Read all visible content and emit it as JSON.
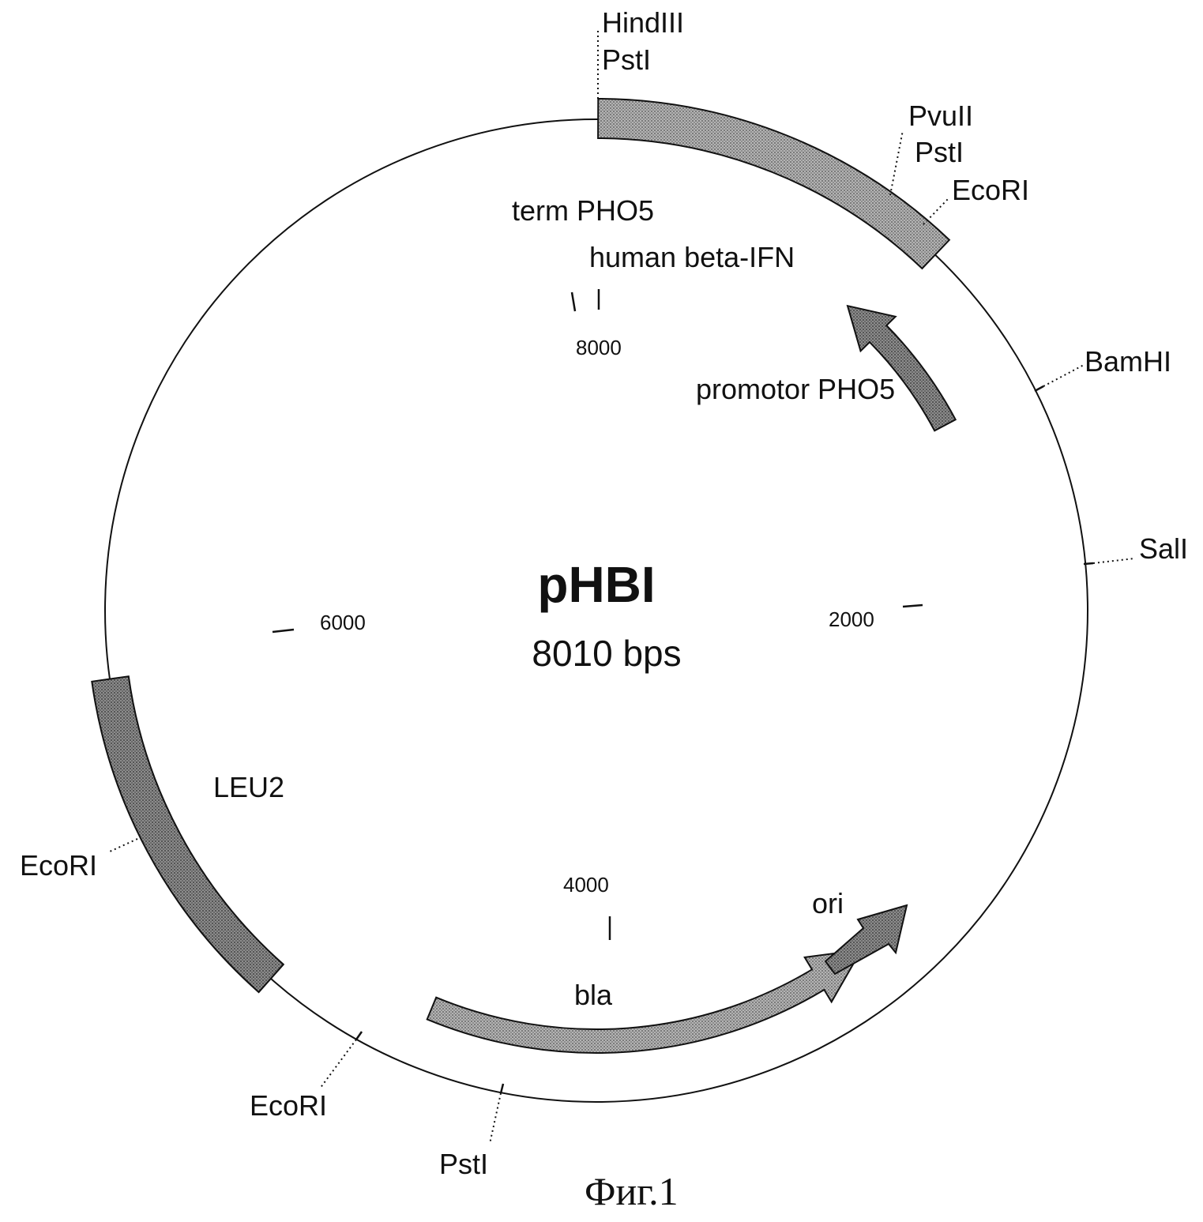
{
  "plasmid": {
    "name": "pHBI",
    "size": "8010 bps"
  },
  "caption": "Фиг.1",
  "sites": {
    "hind3": "HindIII",
    "pst1_top": "PstI",
    "pvu2": "PvuII",
    "pst1_right": "PstI",
    "ecor1_right": "EcoRI",
    "bamh1": "BamHI",
    "sal1": "SalI",
    "ecor1_left": "EcoRI",
    "ecor1_bottom": "EcoRI",
    "pst1_bottom": "PstI"
  },
  "features": {
    "term": "term PHO5",
    "ifn": "human beta-IFN",
    "promotor": "promotor PHO5",
    "leu2": "LEU2",
    "bla": "bla",
    "ori": "ori"
  },
  "ticks": {
    "t8000": "8000",
    "t2000": "2000",
    "t4000": "4000",
    "t6000": "6000"
  },
  "colors": {
    "line": "#111111",
    "feature_fill": "#9a9a9a",
    "background": "#ffffff"
  }
}
